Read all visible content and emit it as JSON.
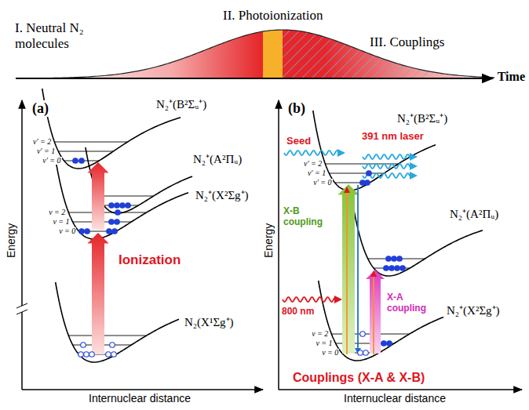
{
  "diagram": {
    "labels": [
      "I. Neutral N₂ molecules",
      "II. Photoionization",
      "III. Couplings",
      "Time",
      "(a)",
      "N₂⁺(B²Σᵤ⁺)",
      "v′ = 2",
      "v′ = 1",
      "v′ = 0",
      "N₂⁺(A²Πᵤ)",
      "N₂⁺(X²Σg⁺)",
      "v = 2",
      "v = 1",
      "v = 0",
      "Ionization",
      "N₂(X¹Σg⁺)",
      "Energy",
      "Internuclear distance",
      "(b)",
      "N₂⁺(B²Σᵤ⁺)",
      "v′ = 2",
      "v′ = 1",
      "v′ = 0",
      "Seed",
      "391 nm laser",
      "N₂⁺(A²Πᵤ)",
      "X-B coupling",
      "800 nm",
      "X-A coupling",
      "N₂⁺(X²Σg⁺)",
      "v = 2",
      "v = 1",
      "v = 0",
      "Couplings (X-A & X-B)",
      "Energy",
      "Internuclear distance"
    ]
  }
}
